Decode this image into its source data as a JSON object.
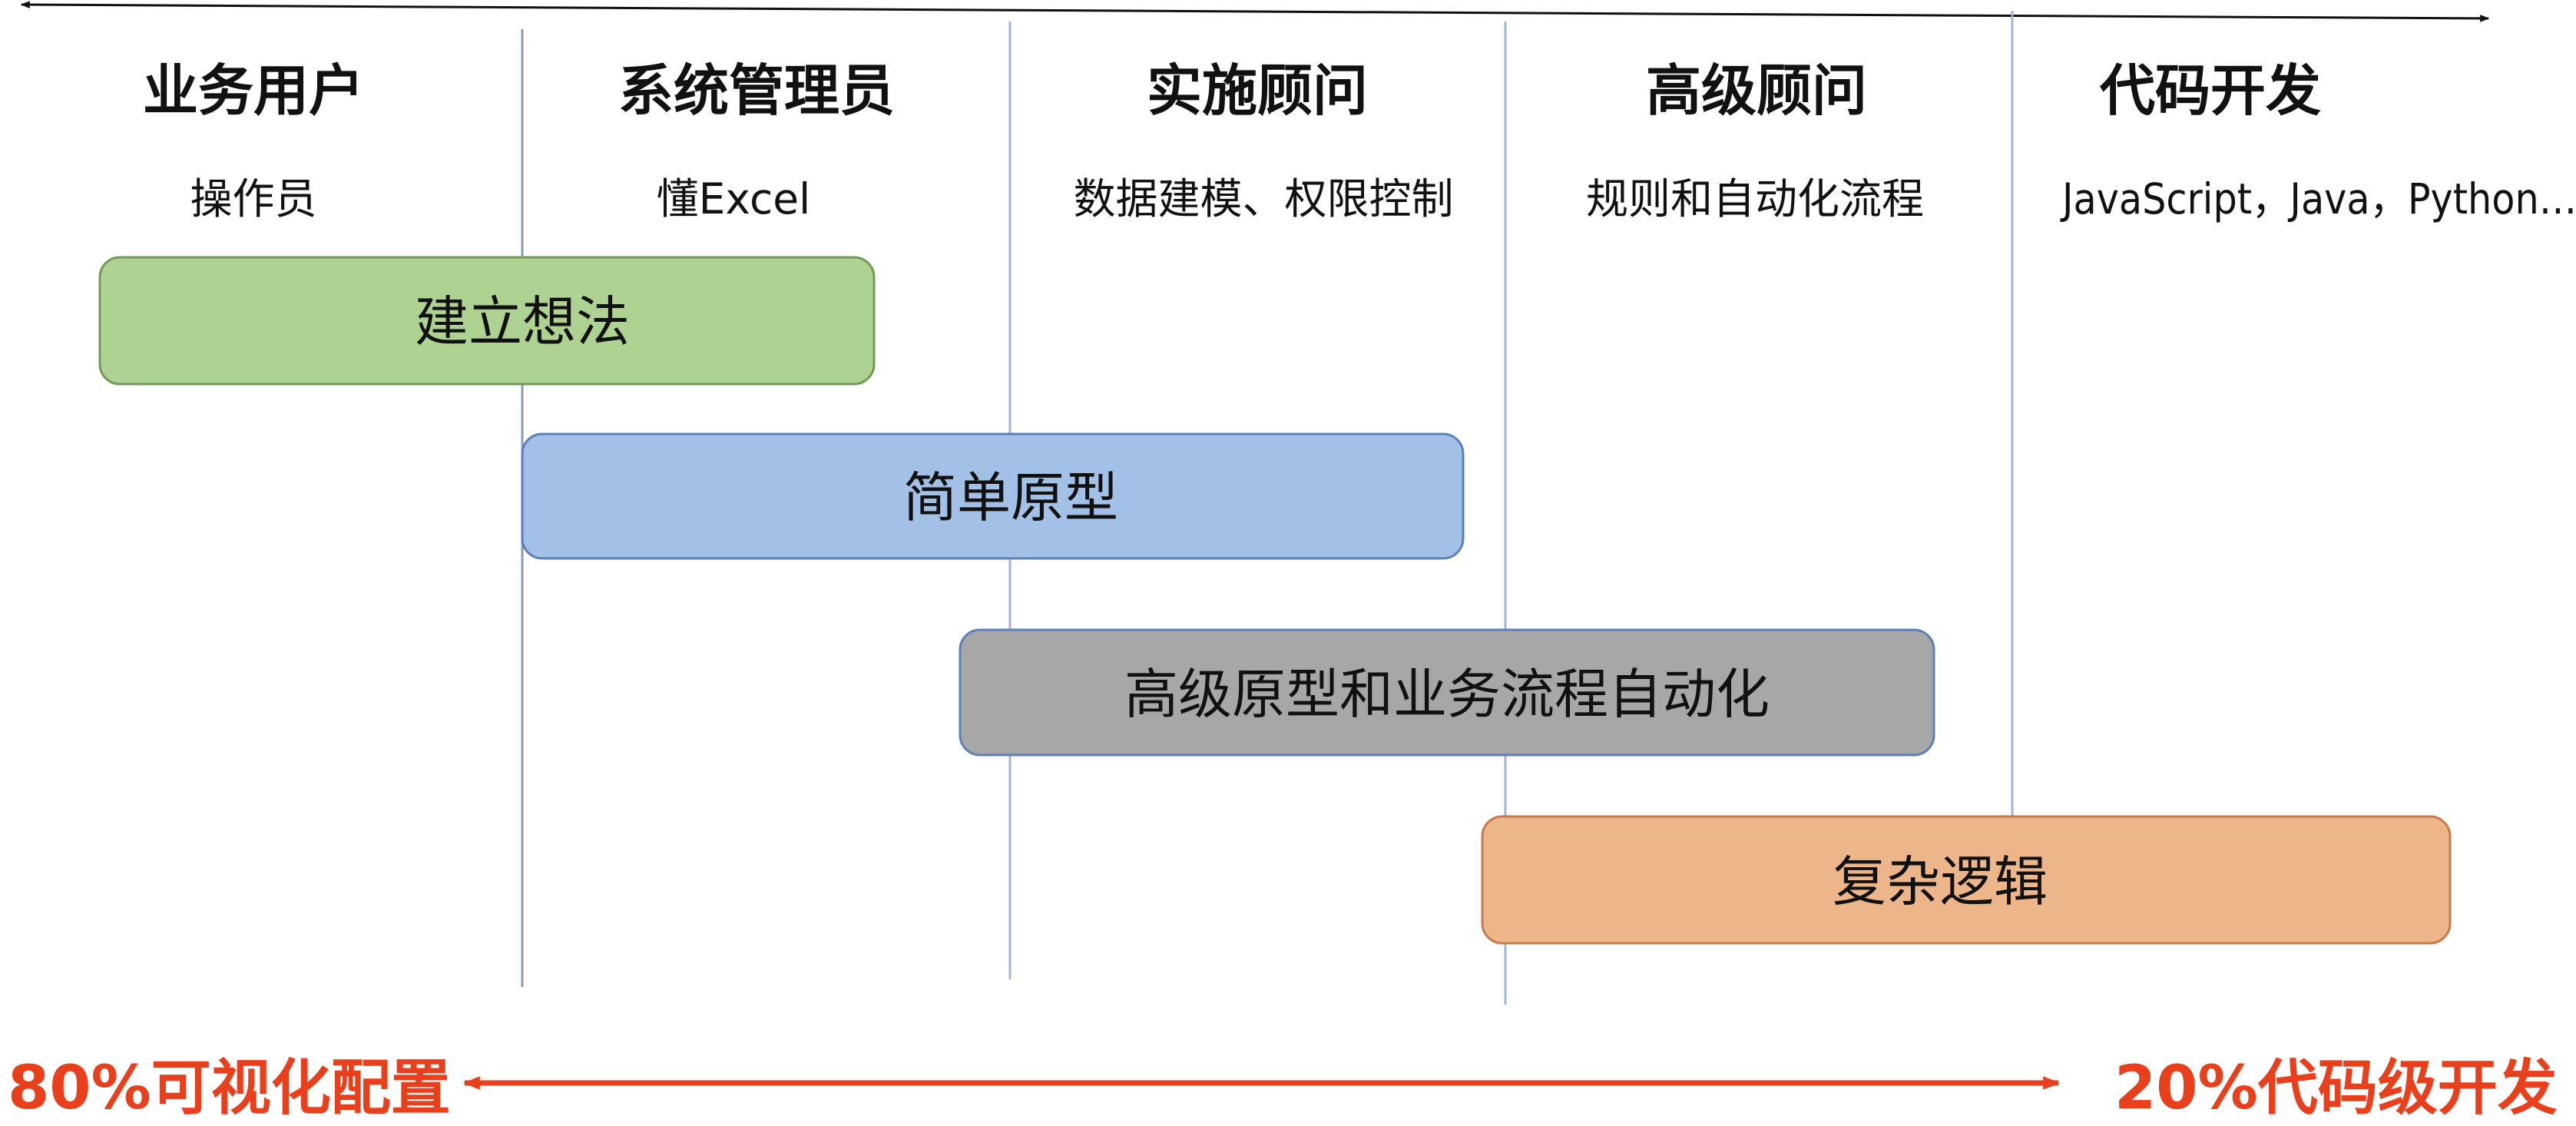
{
  "columns": [
    {
      "title": "业务用户",
      "subtitle": "操作员"
    },
    {
      "title": "系统管理员",
      "subtitle": "懂Excel"
    },
    {
      "title": "实施顾问",
      "subtitle": "数据建模、权限控制"
    },
    {
      "title": "高级顾问",
      "subtitle": "规则和自动化流程"
    },
    {
      "title": "代码开发",
      "subtitle": "JavaScript，Java，Python…"
    }
  ],
  "bars": [
    {
      "label": "建立想法",
      "color": "#aed292",
      "border": "#6f9a58"
    },
    {
      "label": "简单原型",
      "color": "#a3c1e6",
      "border": "#5d80b8"
    },
    {
      "label": "高级原型和业务流程自动化",
      "color": "#a7a7a7",
      "border": "#5d80b8"
    },
    {
      "label": "复杂逻辑",
      "color": "#ecb58a",
      "border": "#c77a4a"
    }
  ],
  "bottom": {
    "left_label": "80%可视化配置",
    "right_label": "20%代码级开发",
    "arrow_color": "#e8401c"
  },
  "colors": {
    "top_axis": "#111111"
  }
}
